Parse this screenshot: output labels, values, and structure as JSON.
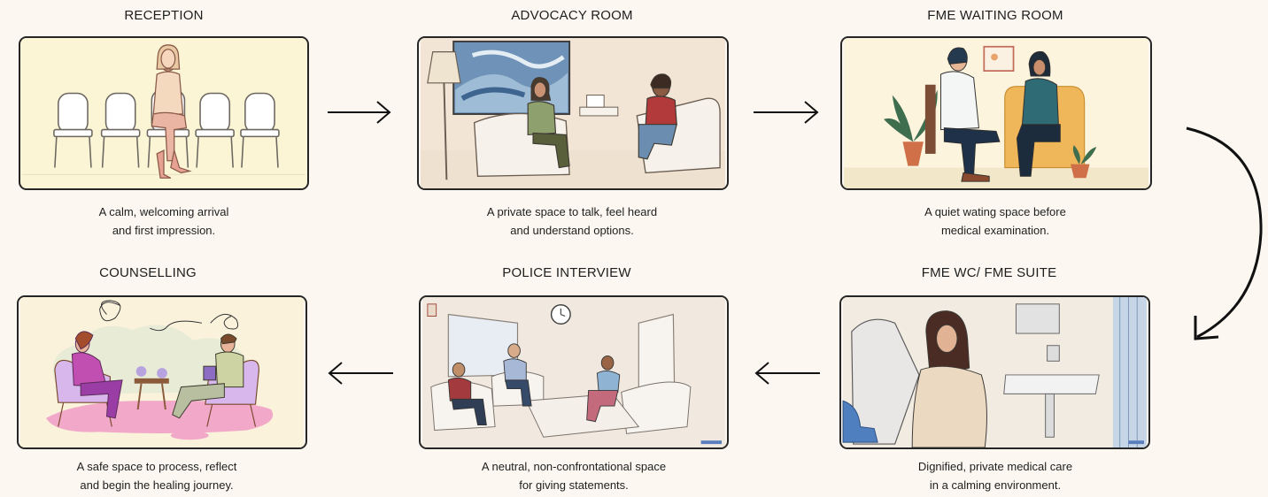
{
  "stages": [
    {
      "title": "RECEPTION",
      "caption_line1": "A calm, welcoming arrival",
      "caption_line2": "and first impression."
    },
    {
      "title": "ADVOCACY ROOM",
      "caption_line1": "A private space to talk, feel heard",
      "caption_line2": "and understand options."
    },
    {
      "title": "FME WAITING ROOM",
      "caption_line1": "A quiet wating space before",
      "caption_line2": "medical examination."
    },
    {
      "title": "FME WC/ FME SUITE",
      "caption_line1": "Dignified, private medical care",
      "caption_line2": "in a calming environment."
    },
    {
      "title": "POLICE INTERVIEW",
      "caption_line1": "A neutral, non-confrontational space",
      "caption_line2": "for giving statements."
    },
    {
      "title": "COUNSELLING",
      "caption_line1": "A safe space to process, reflect",
      "caption_line2": "and begin the healing journey."
    }
  ],
  "colors": {
    "background": "#fcf8f1",
    "card_border": "#262626",
    "arrow": "#111111"
  }
}
